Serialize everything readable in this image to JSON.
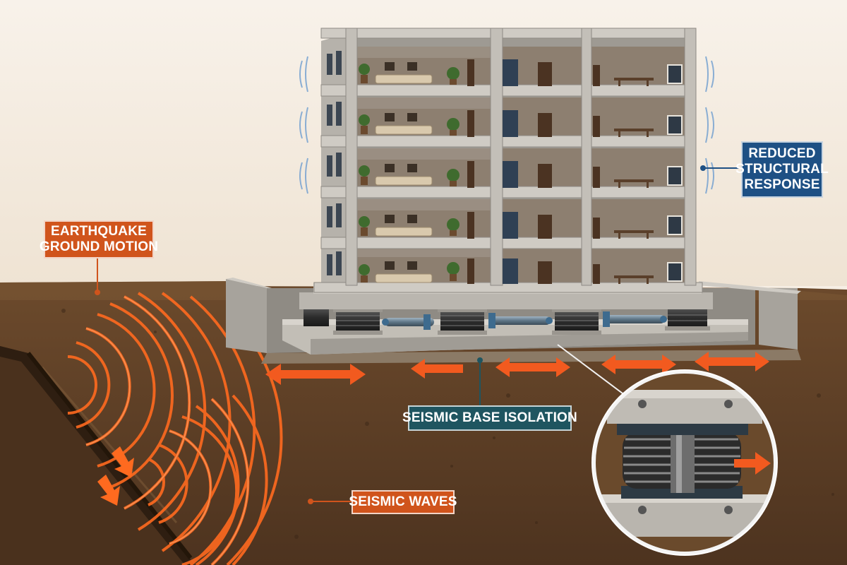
{
  "labels": {
    "earthquake_line1": "EARTHQUAKE",
    "earthquake_line2": "GROUND MOTION",
    "reduced_line1": "REDUCED",
    "reduced_line2": "STRUCTURAL",
    "reduced_line3": "RESPONSE",
    "base_isolation": "SEISMIC BASE ISOLATION",
    "seismic_waves": "SEISMIC WAVES"
  },
  "colors": {
    "sky": "#f6eee4",
    "soil": "#5e3f25",
    "soil_dark": "#3d2817",
    "concrete": "#b3b0aa",
    "wave": "#ff6a1f",
    "label_orange": "#d0541c",
    "label_blue": "#1e5084",
    "label_teal": "#1f5560"
  }
}
